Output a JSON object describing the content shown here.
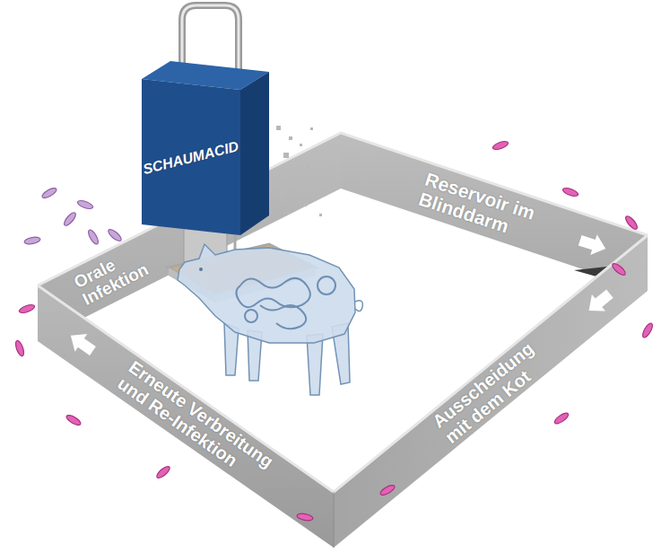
{
  "diagram": {
    "nodes": [
      {
        "text": [
          "Orale Infektion"
        ]
      },
      {
        "text": [
          "Reservoir im Blinddarm"
        ]
      },
      {
        "text": [
          "Ausscheidung mit dem Kot"
        ]
      },
      {
        "text": [
          "Erneute Verbreitung und Re-Infektion"
        ]
      },
      {
        "text": [
          "SCHAUMACID"
        ]
      }
    ]
  }
}
